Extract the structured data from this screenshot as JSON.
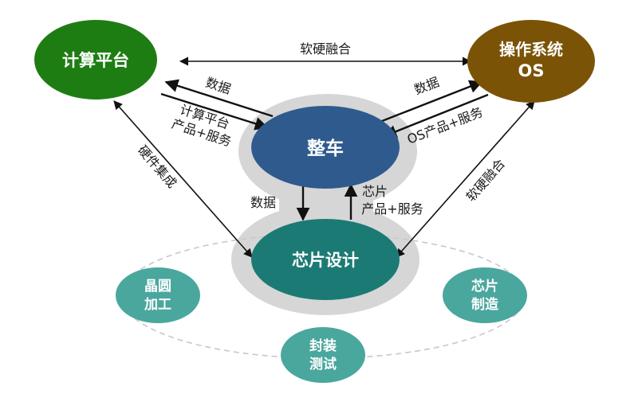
{
  "diagram": {
    "nodes": {
      "compute_platform": {
        "label": "计算平台",
        "color": "#1e7d12"
      },
      "os": {
        "line1": "操作系统",
        "line2": "OS",
        "color": "#7a5306"
      },
      "vehicle": {
        "label": "整车",
        "color": "#2f5a8e"
      },
      "chip_design": {
        "label": "芯片设计",
        "color": "#1c7a74"
      },
      "wafer_processing": {
        "line1": "晶圆",
        "line2": "加工",
        "color": "#4aa79e"
      },
      "chip_manufacturing": {
        "line1": "芯片",
        "line2": "制造",
        "color": "#4aa79e"
      },
      "packaging_testing": {
        "line1": "封装",
        "line2": "测试",
        "color": "#4aa79e"
      }
    },
    "edges": {
      "compute_os": "软硬融合",
      "vehicle_to_compute": "数据",
      "compute_to_vehicle_line1": "计算平台",
      "compute_to_vehicle_line2": "产品+服务",
      "vehicle_to_os": "数据",
      "os_to_vehicle": "OS产品+服务",
      "compute_chip": "硬件集成",
      "os_chip": "软硬融合",
      "vehicle_to_chip": "数据",
      "chip_to_vehicle_line1": "芯片",
      "chip_to_vehicle_line2": "产品+服务"
    },
    "colors": {
      "halo": "#d6d6d6",
      "arrow": "#111111",
      "dashed_ring": "#c8c8c8"
    }
  }
}
